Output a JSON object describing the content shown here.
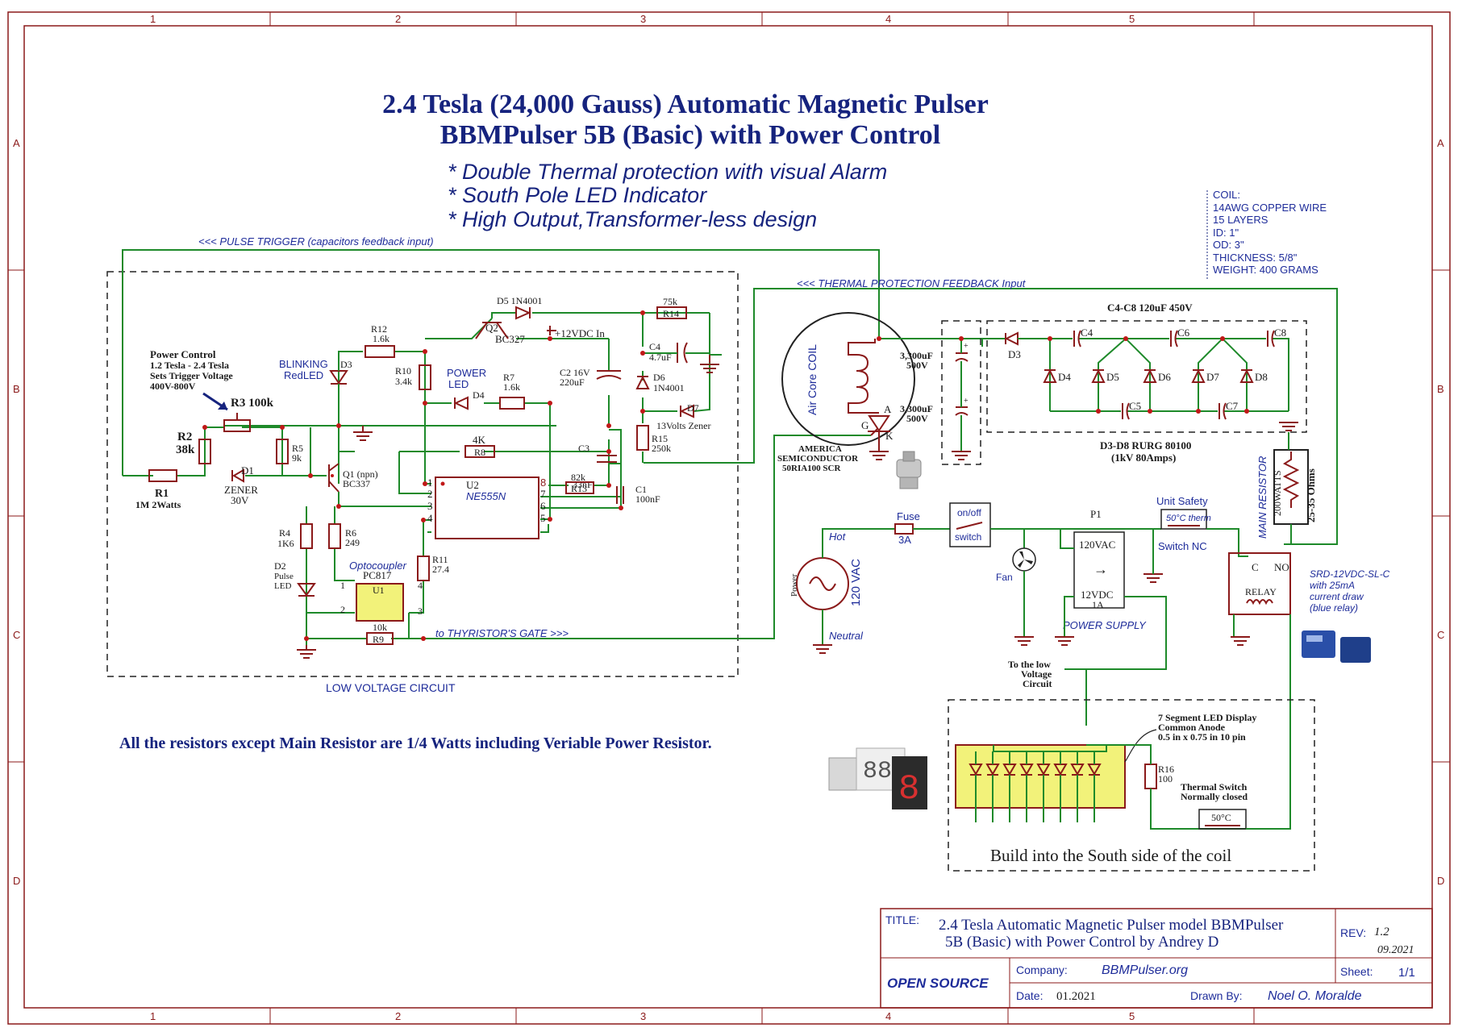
{
  "frame": {
    "cols": [
      "1",
      "2",
      "3",
      "4",
      "5"
    ],
    "rows": [
      "A",
      "B",
      "C",
      "D"
    ]
  },
  "title": {
    "line1": "2.4 Tesla (24,000 Gauss)  Automatic Magnetic Pulser",
    "line2": "BBMPulser 5B (Basic) with Power Control"
  },
  "features": [
    "* Double  Thermal protection with visual Alarm",
    "* South Pole LED Indicator",
    "* High Output,Transformer-less design"
  ],
  "coil_info": [
    "COIL:",
    "14AWG COPPER WIRE",
    "15 LAYERS",
    "ID: 1\"",
    "OD: 3\"",
    "THICKNESS: 5/8\"",
    "WEIGHT: 400 GRAMS"
  ],
  "annotations": {
    "pulse_trigger": "<<< PULSE TRIGGER (capacitors feedback input)",
    "thermal_feedback": "<<< THERMAL PROTECTION FEEDBACK Input",
    "to_gate": "to THYRISTOR'S GATE >>>",
    "low_voltage": "LOW VOLTAGE CIRCUIT",
    "resistor_note": "All the resistors except Main Resistor are 1/4 Watts including Veriable Power Resistor.",
    "build_note": "Build into the South side of the coil",
    "to_low_voltage": [
      "To the low",
      "Voltage",
      "Circuit"
    ]
  },
  "power_control": [
    "Power Control",
    "1.2 Tesla - 2.4 Tesla",
    "Sets Trigger Voltage",
    "400V-800V"
  ],
  "components": {
    "r3": "R3 100k",
    "r2": [
      "R2",
      "38k"
    ],
    "r1": [
      "R1",
      "1M 2Watts"
    ],
    "d1": "D1",
    "zener": [
      "ZENER",
      "30V"
    ],
    "r5": [
      "R5",
      "9k"
    ],
    "q1": [
      "Q1 (npn)",
      "BC337"
    ],
    "d3": "D3",
    "blinking": [
      "BLINKING",
      "RedLED"
    ],
    "r12": [
      "R12",
      "1.6k"
    ],
    "r10": [
      "R10",
      "3.4k"
    ],
    "d5": "D5 1N4001",
    "q2": [
      "Q2",
      "BC327"
    ],
    "vcc": "+12VDC In",
    "power_led": [
      "POWER",
      "LED"
    ],
    "d4": "D4",
    "r7": [
      "R7",
      "1.6k"
    ],
    "c2": [
      "C2 16V",
      "220uF"
    ],
    "r14": [
      "75k",
      "R14"
    ],
    "c4": [
      "C4",
      "4.7uF"
    ],
    "d6": [
      "D6",
      "1N4001"
    ],
    "d7": "D7",
    "zener13": "13Volts Zener",
    "r15": [
      "R15",
      "250k"
    ],
    "r8": [
      "4K",
      "R8"
    ],
    "c3": [
      "C3",
      "33nF"
    ],
    "r13": [
      "82k",
      "R13"
    ],
    "c1": [
      "C1",
      "100nF"
    ],
    "u2": [
      "U2",
      "NE555N"
    ],
    "pins": [
      "1",
      "2",
      "3",
      "4",
      "5",
      "6",
      "7",
      "8"
    ],
    "r4": [
      "R4",
      "1K6"
    ],
    "r6": [
      "R6",
      "249"
    ],
    "d2": [
      "D2",
      "Pulse",
      "LED"
    ],
    "opto": [
      "Optocoupler",
      "PC817",
      "U1"
    ],
    "opto_pins": [
      "1",
      "2",
      "3",
      "4"
    ],
    "r11": [
      "R11",
      "27.4"
    ],
    "r9": [
      "10k",
      "R9"
    ],
    "coil": "Air Core COIL",
    "scr": [
      "AMERICA",
      "SEMICONDUCTOR",
      "50RIA100 SCR"
    ],
    "scr_pins": [
      "A",
      "G",
      "K"
    ],
    "cap_big1": [
      "3,300uF",
      "500V"
    ],
    "cap_big2": [
      "3,300uF",
      "500V"
    ],
    "c4c8": "C4-C8  120uF 450V",
    "caps": [
      "C4",
      "C6",
      "C8",
      "C5",
      "C7"
    ],
    "diodes": [
      "D3",
      "D4",
      "D5",
      "D6",
      "D7",
      "D8"
    ],
    "d3d8": [
      "D3-D8 RURG 80100",
      "(1kV 80Amps)"
    ],
    "main_resistor": [
      "MAIN RESISTOR",
      "200WATTS",
      "25-35 Ohms"
    ],
    "fuse": [
      "Fuse",
      "3A"
    ],
    "switch": [
      "on/off",
      "switch"
    ],
    "p1": "P1",
    "unit_safety": [
      "Unit Safety",
      "50°C therm",
      "Switch NC"
    ],
    "hot": "Hot",
    "neutral": "Neutral",
    "power": "Power",
    "vac": "120 VAC",
    "fan": "Fan",
    "psu": [
      "120VAC",
      "12VDC",
      "1A"
    ],
    "power_supply": "POWER SUPPLY",
    "relay": [
      "C",
      "NO",
      "RELAY"
    ],
    "relay_note": [
      "SRD-12VDC-SL-C",
      "with 25mA",
      "current draw",
      "(blue relay)"
    ],
    "led_display": [
      "7 Segment LED Display",
      "Common Anode",
      "0.5 in x 0.75 in 10 pin"
    ],
    "r16": [
      "R16",
      "100"
    ],
    "thermal_switch": [
      "Thermal Switch",
      "Normally closed"
    ],
    "temp50": "50°C"
  },
  "title_block": {
    "title_label": "TITLE:",
    "title_line1": "2.4 Tesla Automatic Magnetic Pulser model BBMPulser",
    "title_line2": "5B (Basic) with Power Control  by Andrey D",
    "rev_label": "REV:",
    "rev": "1.2",
    "rev_date": "09.2021",
    "open_source": "OPEN SOURCE",
    "company_label": "Company:",
    "company": "BBMPulser.org",
    "sheet_label": "Sheet:",
    "sheet": "1/1",
    "date_label": "Date:",
    "date": "01.2021",
    "drawn_label": "Drawn By:",
    "drawn": "Noel O. Moralde"
  },
  "colors": {
    "wire": "#1e8a2a",
    "component": "#8b1a1a",
    "text_blue": "#16237e",
    "led_panel": "#f2f27a"
  }
}
